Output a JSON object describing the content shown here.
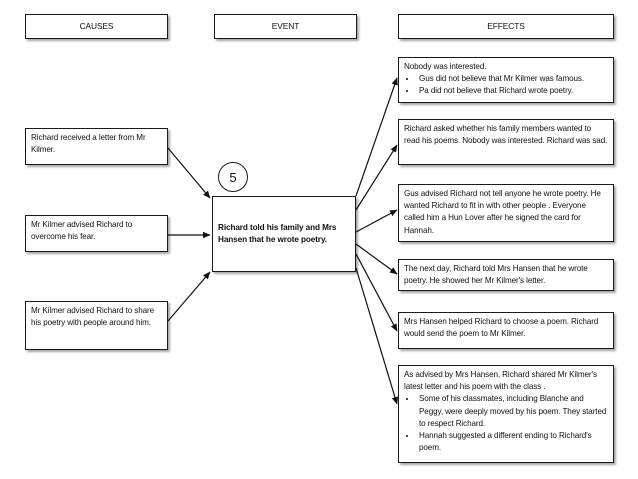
{
  "headers": {
    "causes": "CAUSES",
    "event": "EVENT",
    "effects": "EFFECTS"
  },
  "causes": [
    "Richard received a letter from Mr Kilmer.",
    "Mr Kilmer advised Richard to overcome his fear.",
    "Mr Kilmer advised Richard to share his poetry with people around him."
  ],
  "event": {
    "number": "5",
    "text": "Richard told his family and Mrs Hansen that he wrote poetry."
  },
  "effects": {
    "e1": {
      "intro": "Nobody was interested.",
      "bullets": [
        "Gus did not believe that Mr Kilmer was famous.",
        "Pa did not believe that Richard wrote poetry."
      ]
    },
    "e2": "Richard asked whether his family members wanted to read his poems. Nobody was interested. Richard was sad.",
    "e3": "Gus advised Richard not tell anyone he wrote poetry. He wanted Richard to fit in with other people . Everyone called him a Hun Lover after he signed the card for Hannah.",
    "e4": "The next day, Richard told Mrs Hansen that he wrote poetry. He showed her Mr Kilmer's letter.",
    "e5": "Mrs Hansen helped Richard to choose a poem. Richard would send the poem to Mr Kilmer.",
    "e6": {
      "intro": "As advised by Mrs Hansen, Richard shared Mr Kilmer's latest letter and his poem with the class .",
      "bullets": [
        "Some of his classmates, including Blanche and Peggy, were deeply moved by his poem. They started to respect Richard.",
        "Hannah suggested a different ending to Richard's poem."
      ]
    }
  }
}
